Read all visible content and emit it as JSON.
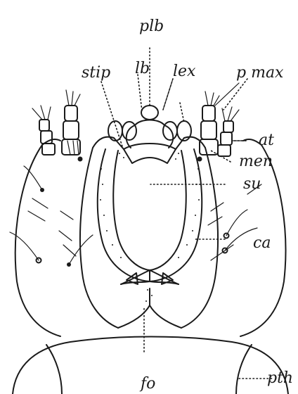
{
  "figure": {
    "labels": {
      "plb": "plb",
      "lb": "lb",
      "stip": "stip",
      "lex": "lex",
      "pmax": "p max",
      "at": "at",
      "men": "men",
      "su": "su",
      "ca": "ca",
      "fo": "fo",
      "pth": "pth"
    }
  }
}
